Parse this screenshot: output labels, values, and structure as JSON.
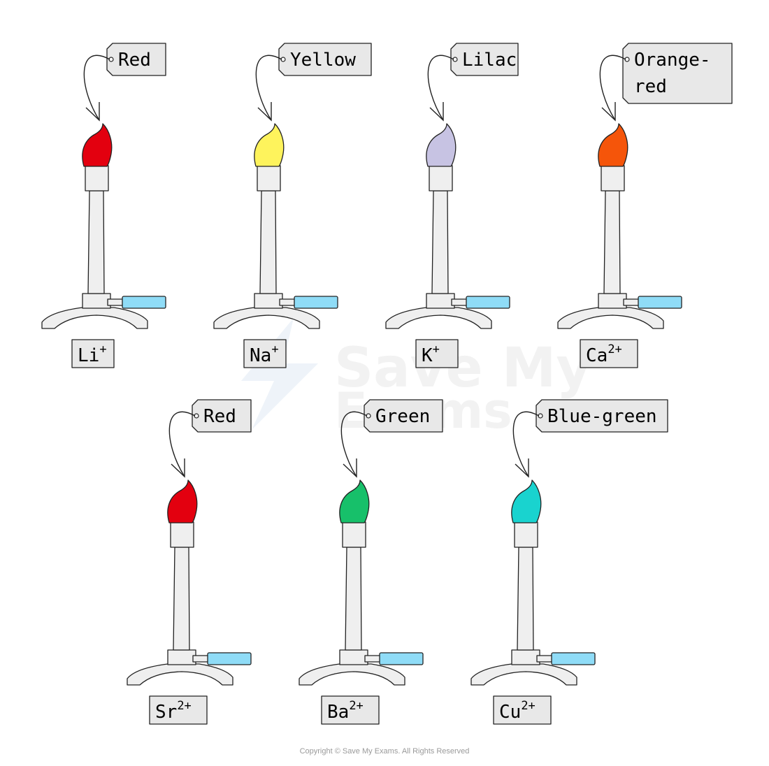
{
  "burners": [
    {
      "ion": "Li",
      "charge": "+",
      "tag_lines": [
        "Red"
      ],
      "flame_color": "#e3000f"
    },
    {
      "ion": "Na",
      "charge": "+",
      "tag_lines": [
        "Yellow"
      ],
      "flame_color": "#fef35c"
    },
    {
      "ion": "K",
      "charge": "+",
      "tag_lines": [
        "Lilac"
      ],
      "flame_color": "#c7c3e3"
    },
    {
      "ion": "Ca",
      "charge": "2+",
      "tag_lines": [
        "Orange-",
        "red"
      ],
      "flame_color": "#f5550a"
    },
    {
      "ion": "Sr",
      "charge": "2+",
      "tag_lines": [
        "Red"
      ],
      "flame_color": "#e3000f"
    },
    {
      "ion": "Ba",
      "charge": "2+",
      "tag_lines": [
        "Green"
      ],
      "flame_color": "#17c06a"
    },
    {
      "ion": "Cu",
      "charge": "2+",
      "tag_lines": [
        "Blue-green"
      ],
      "flame_color": "#19d3cf"
    }
  ],
  "colors": {
    "burner_body": "#efefef",
    "outline": "#222222",
    "gas_tube": "#8fdcf7",
    "label_fill": "#e8e8e8"
  },
  "watermark": {
    "line1": "Save My",
    "line2": "Exams"
  },
  "copyright": "Copyright © Save My Exams. All Rights Reserved"
}
